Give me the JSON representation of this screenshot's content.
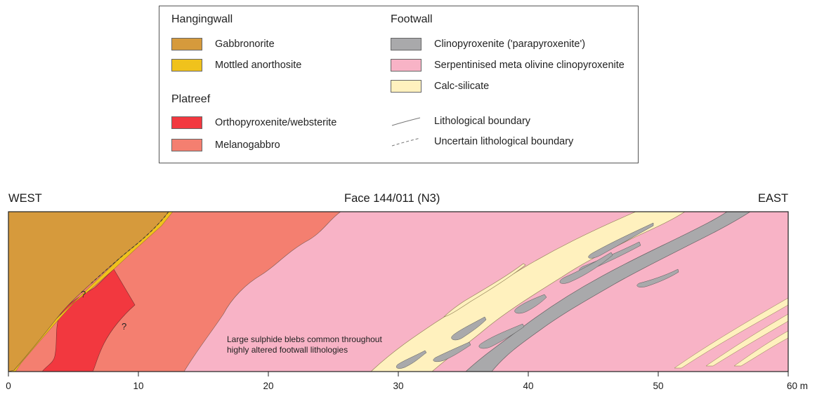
{
  "legend": {
    "hangingwall": {
      "heading": "Hangingwall",
      "items": [
        {
          "label": "Gabbronorite",
          "color": "#d69a3c"
        },
        {
          "label": "Mottled anorthosite",
          "color": "#f0c21c"
        }
      ]
    },
    "platreef": {
      "heading": "Platreef",
      "items": [
        {
          "label": "Orthopyroxenite/websterite",
          "color": "#f2383f"
        },
        {
          "label": "Melanogabbro",
          "color": "#f47f70"
        }
      ]
    },
    "footwall": {
      "heading": "Footwall",
      "items": [
        {
          "label": "Clinopyroxenite ('parapyroxenite')",
          "color": "#a9a9ab"
        },
        {
          "label": "Serpentinised meta olivine clinopyroxenite",
          "color": "#f8b3c6"
        },
        {
          "label": "Calc-silicate",
          "color": "#fff1be"
        }
      ]
    },
    "boundaries": [
      {
        "label": "Lithological boundary",
        "style": "solid"
      },
      {
        "label": "Uncertain lithological boundary",
        "style": "dashed"
      }
    ]
  },
  "section": {
    "west_label": "WEST",
    "title": "Face 144/011 (N3)",
    "east_label": "EAST",
    "note_lines": [
      "Large sulphide blebs common throughout",
      "highly altered footwall lithologies"
    ],
    "uncertain_marks": [
      "?",
      "?"
    ]
  },
  "scale": {
    "ticks": [
      "0",
      "10",
      "20",
      "30",
      "40",
      "50",
      "60 m"
    ]
  }
}
